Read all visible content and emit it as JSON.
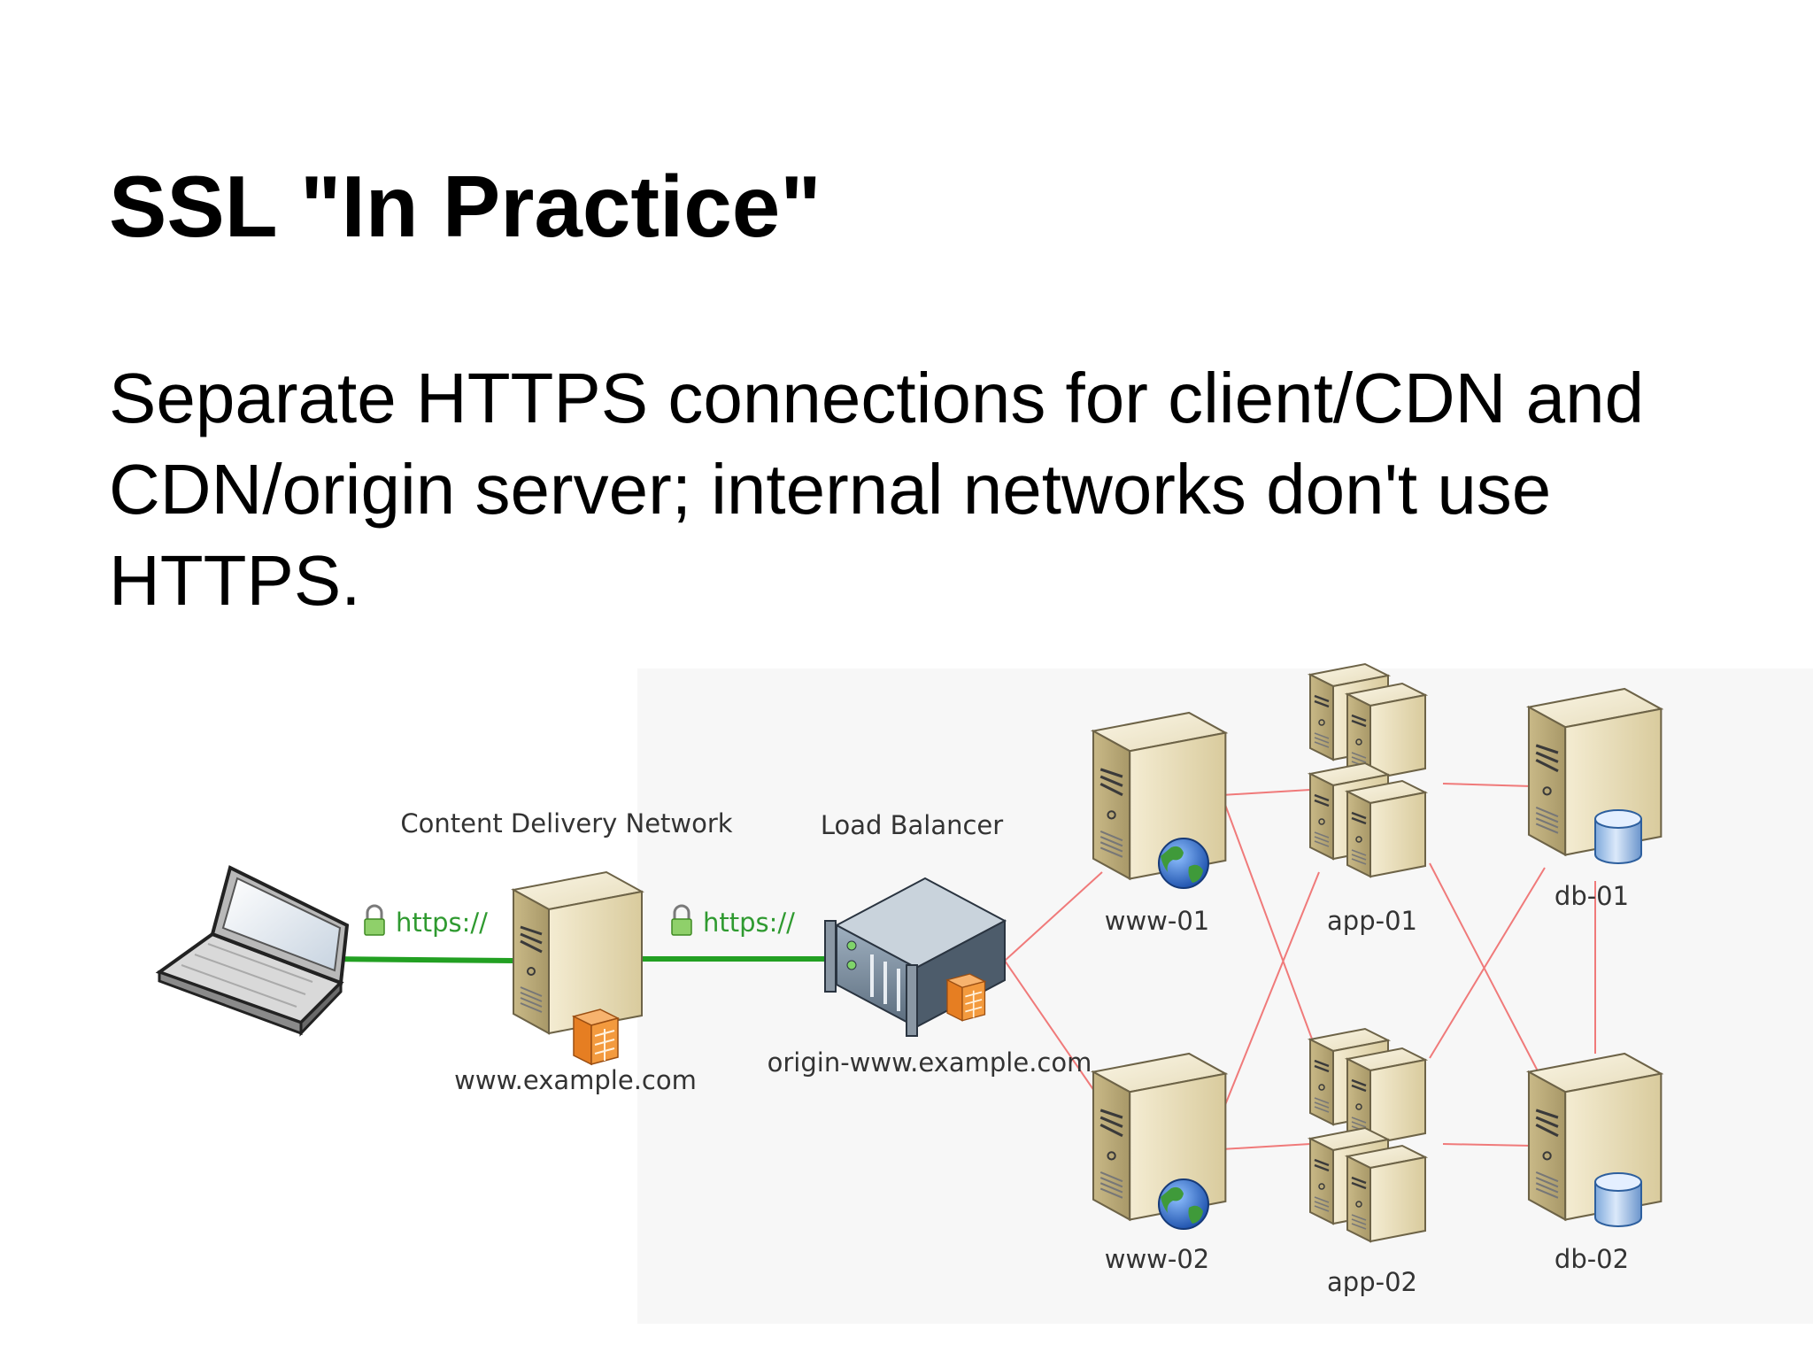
{
  "slide": {
    "title": "SSL \"In Practice\"",
    "body": "Separate HTTPS connections for client/CDN and CDN/origin server; internal networks don't use HTTPS."
  },
  "diagram": {
    "cdn_label": "Content Delivery Network",
    "lb_label": "Load Balancer",
    "https_label_1": "https://",
    "https_label_2": "https://",
    "cdn_host": "www.example.com",
    "lb_host": "origin-www.example.com",
    "www1": "www-01",
    "www2": "www-02",
    "app1": "app-01",
    "app2": "app-02",
    "db1": "db-01",
    "db2": "db-02"
  },
  "colors": {
    "https_link": "#22a022",
    "internal_link": "#f07a7a",
    "server_beige": "#e2d6ae",
    "firewall_orange": "#f08a30",
    "db_blue": "#a8c8ec",
    "globe_blue": "#2a62c4"
  }
}
